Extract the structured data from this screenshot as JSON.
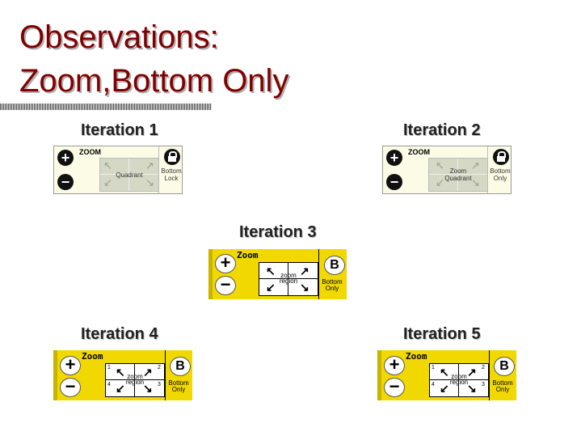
{
  "title": {
    "line1": "Observations:",
    "line2": "Zoom,Bottom Only"
  },
  "iterations": [
    {
      "label": "Iteration 1",
      "zoom": "ZOOM",
      "grid_label": [
        "Quadrant"
      ],
      "side": [
        "Bottom",
        "Lock"
      ]
    },
    {
      "label": "Iteration 2",
      "zoom": "ZOOM",
      "grid_label": [
        "Zoom",
        "Quadrant"
      ],
      "side": [
        "Bottom",
        "Only"
      ]
    },
    {
      "label": "Iteration 3",
      "zoom": "Zoom",
      "grid_label": [
        "zoom",
        "region"
      ],
      "button": "B",
      "side": [
        "Bottom",
        "Only"
      ]
    },
    {
      "label": "Iteration 4",
      "zoom": "Zoom",
      "grid_label": [
        "zoom",
        "region"
      ],
      "button": "B",
      "side": [
        "Bottom",
        "Only"
      ],
      "numbers": [
        "1",
        "2",
        "3",
        "4"
      ]
    },
    {
      "label": "Iteration 5",
      "zoom": "Zoom",
      "grid_label": [
        "zoom",
        "region"
      ],
      "button": "B",
      "side": [
        "Bottom",
        "Only"
      ],
      "numbers": [
        "1",
        "2",
        "3",
        "4"
      ]
    }
  ],
  "glyphs": {
    "plus": "+",
    "minus": "−",
    "arrow_nw": "↖",
    "arrow_ne": "↗",
    "arrow_sw": "↙",
    "arrow_se": "↘"
  },
  "colors": {
    "title": "#800000",
    "widget_yellow": "#f0d800",
    "widget_light": "#fcfce6"
  }
}
